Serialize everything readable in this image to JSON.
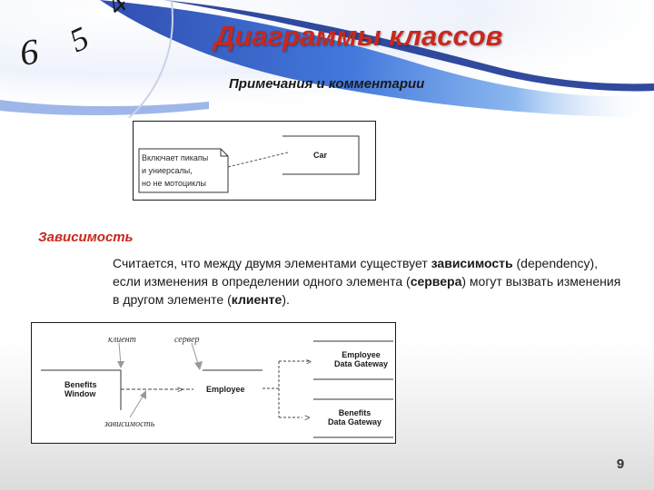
{
  "slide": {
    "title": "Диаграммы классов",
    "subtitle": "Примечания и комментарии",
    "figure1": {
      "note_lines": [
        "Включает пикапы",
        "и униерсалы,",
        "но не мотоциклы"
      ],
      "class_name": "Car"
    },
    "section_heading": "Зависимость",
    "paragraph": {
      "p1": "Считается, что между двумя элементами существует ",
      "b1": "зависимость",
      "p2": " (dependency), если изменения в определении одного элемента (",
      "b2": "сервера",
      "p3": ") могут вызвать изменения в другом элементе (",
      "b3": "клиенте",
      "p4": ")."
    },
    "figure2": {
      "label_client": "клиент",
      "label_server": "сервер",
      "label_dependency": "зависимость",
      "benefits_window": [
        "Benefits",
        "Window"
      ],
      "employee": "Employee",
      "employee_gateway": [
        "Employee",
        "Data Gateway"
      ],
      "benefits_gateway": [
        "Benefits",
        "Data Gateway"
      ]
    },
    "page_number": "9"
  },
  "colors": {
    "title": "#c8281e",
    "heading": "#c8281e",
    "text": "#1a1a1a",
    "decor_blue": "#1f47b8"
  }
}
